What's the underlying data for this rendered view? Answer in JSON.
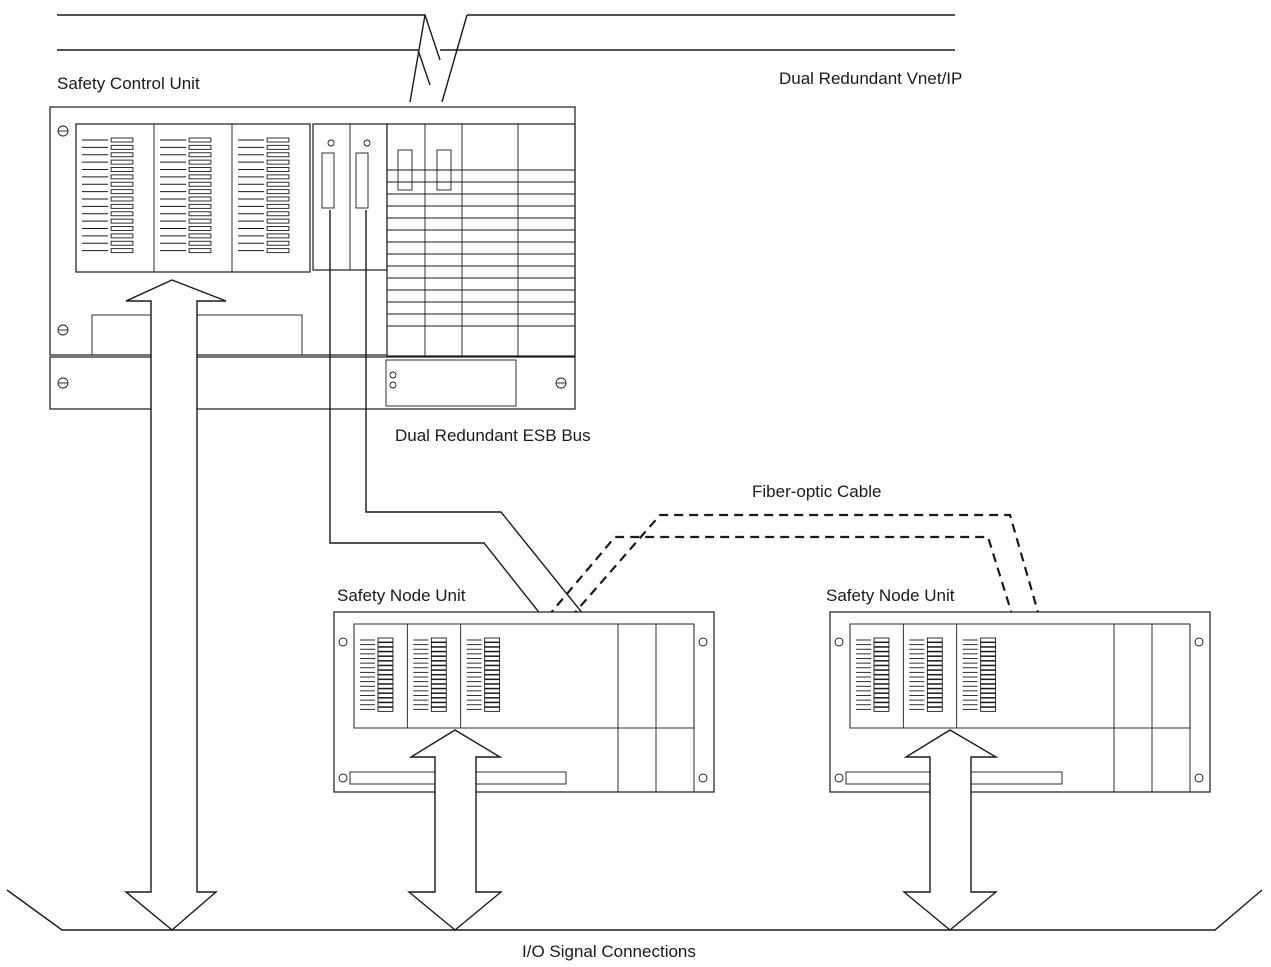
{
  "labels": {
    "safety_control_unit": "Safety Control Unit",
    "vnet_ip": "Dual Redundant Vnet/IP",
    "esb_bus": "Dual Redundant ESB Bus",
    "fiber_optic": "Fiber-optic Cable",
    "node_unit_1": "Safety Node Unit",
    "node_unit_2": "Safety Node Unit",
    "io_connections": "I/O Signal Connections"
  },
  "colors": {
    "line": "#1a1a1a",
    "background": "#ffffff"
  }
}
